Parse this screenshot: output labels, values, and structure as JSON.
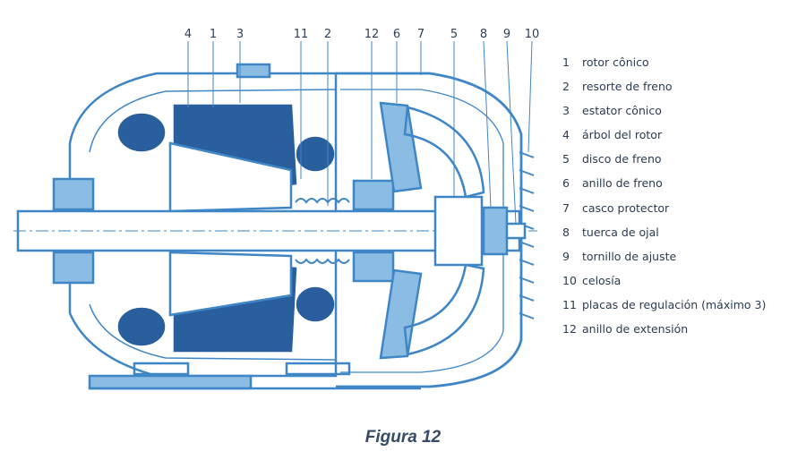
{
  "colors": {
    "accent": "#3f86c6",
    "fill_dark": "#2a5f9e",
    "fill_light": "#8bbce3",
    "text": "#2b3b52"
  },
  "callouts": [
    "4",
    "1",
    "3",
    "11",
    "2",
    "12",
    "6",
    "7",
    "5",
    "8",
    "9",
    "10"
  ],
  "legend": [
    {
      "num": "1",
      "text": "rotor cônico"
    },
    {
      "num": "2",
      "text": "resorte de freno"
    },
    {
      "num": "3",
      "text": "estator cônico"
    },
    {
      "num": "4",
      "text": "árbol del rotor"
    },
    {
      "num": "5",
      "text": "disco de freno"
    },
    {
      "num": "6",
      "text": "anillo de freno"
    },
    {
      "num": "7",
      "text": "casco protector"
    },
    {
      "num": "8",
      "text": "tuerca de ojal"
    },
    {
      "num": "9",
      "text": "tornillo de ajuste"
    },
    {
      "num": "10",
      "text": "celosía"
    },
    {
      "num": "11",
      "text": "placas de regulación (máximo 3)"
    },
    {
      "num": "12",
      "text": "anillo de extensión"
    }
  ],
  "caption": "Figura 12"
}
